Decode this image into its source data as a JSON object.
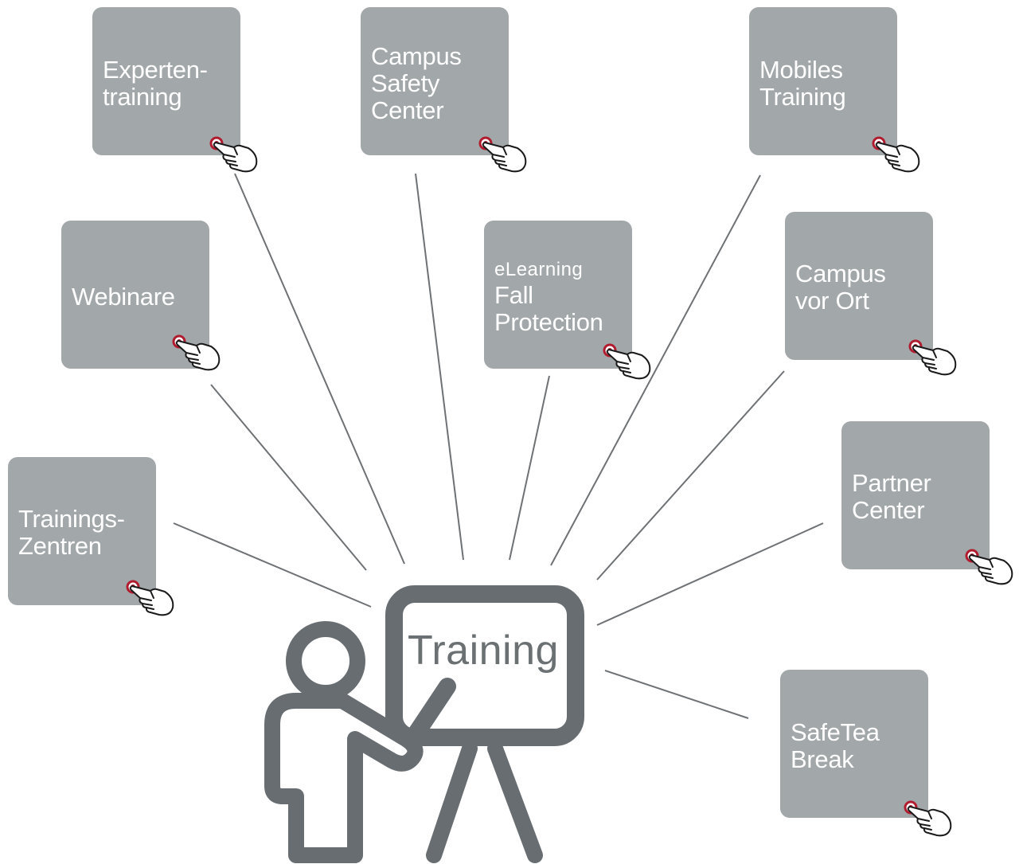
{
  "center": {
    "title": "Training"
  },
  "tiles": [
    {
      "lines": [
        "Experten-",
        "training"
      ]
    },
    {
      "lines": [
        "Campus",
        "Safety",
        "Center"
      ]
    },
    {
      "lines": [
        "Mobiles",
        "Training"
      ]
    },
    {
      "lines": [
        "Webinare"
      ]
    },
    {
      "small": "eLearning",
      "lines": [
        "Fall",
        "Protection"
      ]
    },
    {
      "lines": [
        "Campus",
        "vor Ort"
      ]
    },
    {
      "lines": [
        "Trainings-",
        "Zentren"
      ]
    },
    {
      "lines": [
        "Partner",
        "Center"
      ]
    },
    {
      "lines": [
        "SafeTea",
        "Break"
      ]
    }
  ],
  "icons": {
    "tile_action": "pointing-hand-icon",
    "presenter": "presenter-whiteboard-icon"
  },
  "colors": {
    "tile": "#a2a7aa",
    "figure": "#686d71",
    "line": "#6e7275",
    "accent": "#b01c2e"
  }
}
